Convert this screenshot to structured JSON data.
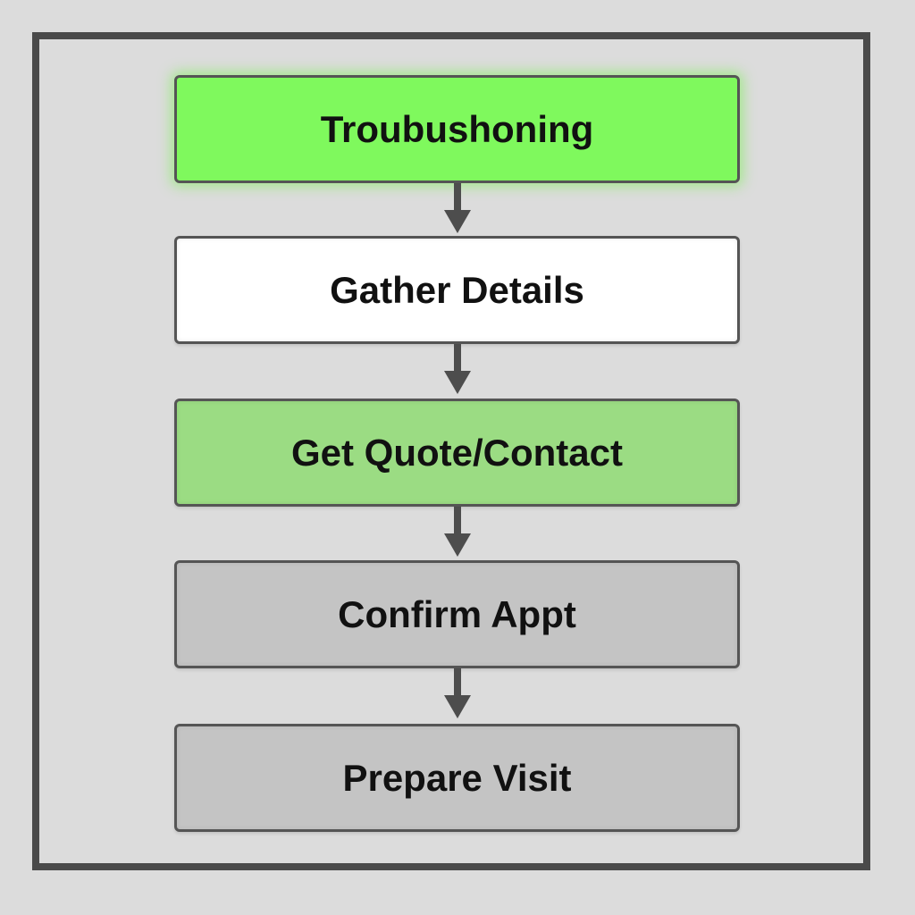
{
  "steps": [
    {
      "label": "Troubushoning",
      "color": "#7ff95d",
      "state": "active"
    },
    {
      "label": "Gather Details",
      "color": "#ffffff",
      "state": "default"
    },
    {
      "label": "Get Quote/Contact",
      "color": "#9bdc83",
      "state": "default"
    },
    {
      "label": "Confirm Appt",
      "color": "#c4c4c4",
      "state": "default"
    },
    {
      "label": "Prepare Visit",
      "color": "#c4c4c4",
      "state": "default"
    }
  ],
  "colors": {
    "arrow": "#4d4d4d",
    "frame": "#4a4a4a",
    "background": "#dcdcdc"
  }
}
